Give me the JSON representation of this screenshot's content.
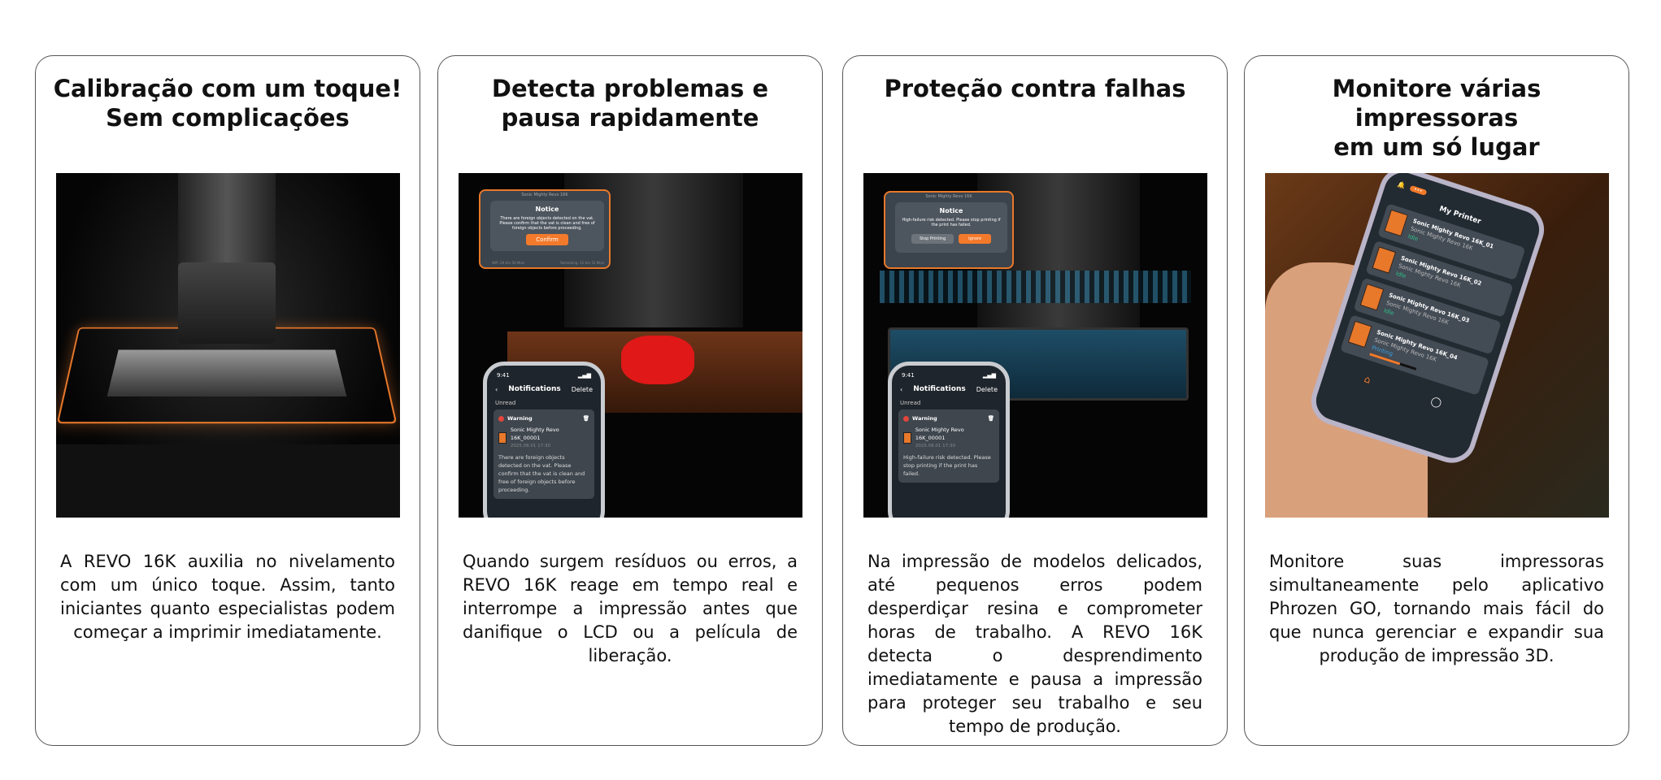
{
  "cards": [
    {
      "title_line1": "Calibração com um toque!",
      "title_line2": "Sem complicações",
      "body": "A REVO 16K auxilia no nivelamento com um único toque. Assim, tanto iniciantes quanto especialistas podem começar a imprimir imediatamente."
    },
    {
      "title_line1": "Detecta problemas e",
      "title_line2": "pausa rapidamente",
      "body": "Quando surgem resíduos ou erros, a REVO 16K reage em tempo real e interrompe a impressão antes que danifique o LCD ou a película de liberação.",
      "tablet": {
        "header": "Sonic Mighty Revo 16K",
        "notice_title": "Notice",
        "notice_text": "There are foreign objects detected on the vat. Please confirm that the vat is clean and free of foreign objects before proceeding.",
        "confirm": "Confirm",
        "wip": "WIP: 29 Hrs 56 Mins",
        "remaining": "Remaining: 15 Hrs 52 Mins"
      },
      "phone": {
        "time": "9:41",
        "title": "Notifications",
        "delete": "Delete",
        "unread": "Unread",
        "warning": "Warning",
        "device": "Sonic Mighty Revo 16K_00001",
        "date": "2025.08.01 17:30",
        "message": "There are foreign objects detected on the vat. Please confirm that the vat is clean and free of foreign objects before proceeding."
      }
    },
    {
      "title_line1": "Proteção contra falhas",
      "title_line2": "",
      "body": "Na impressão de modelos delicados, até pequenos erros podem desperdiçar resina e comprometer horas de trabalho. A REVO 16K detecta o desprendimento imediatamente e pausa a impressão para proteger seu trabalho e seu tempo de produção.",
      "tablet": {
        "header": "Sonic Mighty Revo 16K",
        "notice_title": "Notice",
        "notice_text": "High-failure risk detected. Please stop printing if the print has failed.",
        "stop": "Stop Printing",
        "ignore": "Ignore"
      },
      "phone": {
        "time": "9:41",
        "title": "Notifications",
        "delete": "Delete",
        "unread": "Unread",
        "warning": "Warning",
        "device": "Sonic Mighty Revo 16K_00001",
        "date": "2025.08.01 17:30",
        "message": "High-failure risk detected. Please stop printing if the print has failed."
      }
    },
    {
      "title_line1": "Monitore várias impressoras",
      "title_line2": "em um só lugar",
      "body": "Monitore suas impressoras simultaneamente pelo aplicativo Phrozen GO, tornando mais fácil do que nunca gerenciar e expandir sua produção de impressão 3D.",
      "app": {
        "title": "My Printer",
        "model": "Sonic Mighty Revo 16K",
        "progress_percent": 65,
        "printers": [
          {
            "name": "Sonic Mighty Revo 16K_01",
            "status": "Idle"
          },
          {
            "name": "Sonic Mighty Revo 16K_02",
            "status": "Idle"
          },
          {
            "name": "Sonic Mighty Revo 16K_03",
            "status": "Idle"
          },
          {
            "name": "Sonic Mighty Revo 16K_04",
            "status": "Printing"
          }
        ]
      }
    }
  ],
  "colors": {
    "accent": "#f47a2b",
    "idle": "#2fc08a",
    "printing": "#3aa0e0"
  }
}
